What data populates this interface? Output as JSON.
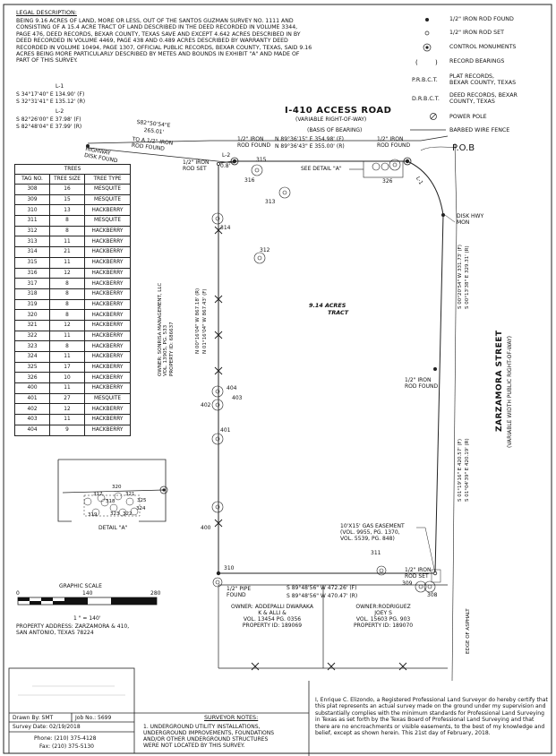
{
  "legal": {
    "heading": "LEGAL DESCRIPTION:",
    "text": "BEING 9.16 ACRES OF LAND, MORE OR LESS, OUT OF THE SANTOS GUZMAN SURVEY NO. 1111 AND\nCONSISTING OF A 15.4 ACRE TRACT OF LAND DESCRIBED IN THE DEED RECORDED IN VOLUME 3344,\nPAGE 476, DEED RECORDS, BEXAR COUNTY, TEXAS SAVE AND EXCEPT 4.642 ACRES DESCRIBED IN BY\nDEED RECORDED IN VOLUME 4469, PAGE 438 AND 0.489 ACRES DESCRIBED BY WARRANTY DEED\nRECORDED IN VOLUME 10494, PAGE 1307, OFFICIAL PUBLIC RECORDS, BEXAR COUNTY, TEXAS, SAID 9.16\nACRES BEING MORE PARTICULARLY DESCRIBED BY METES AND BOUNDS IN EXHIBIT \"A\" AND MADE OF\nPART OF THIS SURVEY."
  },
  "curves": {
    "l1_label": "L-1",
    "l1_f": "S 34°17'40\" E   134.90' (F)",
    "l1_r": "S 32°31'41\" E   135.12' (R)",
    "l2_label": "L-2",
    "l2_f": "S 82°26'00\" E   37.98' (F)",
    "l2_r": "S 82°48'04\" E   37.99' (R)"
  },
  "legend": {
    "items": [
      {
        "symbol": "●",
        "label": "1/2\" IRON ROD FOUND",
        "abbr": ""
      },
      {
        "symbol": "○",
        "label": "1/2\" IRON ROD SET",
        "abbr": ""
      },
      {
        "symbol": "⊛",
        "label": "CONTROL MONUMENTS",
        "abbr": ""
      },
      {
        "symbol": "(   )",
        "label": "RECORD BEARINGS",
        "abbr": ""
      },
      {
        "symbol": "",
        "label": "PLAT RECORDS,\nBEXAR COUNTY, TEXAS",
        "abbr": "P.R.B.C.T."
      },
      {
        "symbol": "",
        "label": "DEED RECORDS, BEXAR\nCOUNTY, TEXAS",
        "abbr": "D.R.B.C.T."
      },
      {
        "symbol": "⊘",
        "label": "POWER POLE",
        "abbr": ""
      },
      {
        "symbol": "—x—",
        "label": "BARBED WIRE FENCE",
        "abbr": ""
      }
    ]
  },
  "road": {
    "name": "I-410 ACCESS ROAD",
    "row": "(VARIABLE RIGHT-OF-WAY)",
    "basis": "(BASIS OF BEARING)"
  },
  "street": {
    "name": "ZARZAMORA STREET",
    "row": "(VARIABLE WIDTH PUBLIC RIGHT-OF-WAY)"
  },
  "tract": {
    "line1": "9.14 ACRES",
    "line2": "TRACT"
  },
  "labels": {
    "pob": "P.O.B",
    "disk_hwy": "DISK HWY\nMON",
    "highway_disk": "HIGHWAY\nDISK FOUND",
    "to_rod": "TO A 1/2\" IRON\nROD FOUND",
    "nw_bearing": "S82°50'54\"E",
    "nw_dist": "265.01'",
    "rod_set_nw": "1/2\" IRON\nROD SET",
    "set_dist": "0.8'",
    "l2": "L-2",
    "l1": "L-1",
    "rod_found_n1": "1/2\" IRON\nROD FOUND",
    "rod_found_n2": "1/2\" IRON\nROD FOUND",
    "north_f": "N 89°36'15\" E      354.98' (F)",
    "north_r": "N 89°36'43\" E      355.00' (R)",
    "see_detail": "SEE DETAIL \"A\"",
    "owner_west": "OWNER: SONRISA MANAGEMENT, LLC\nVOL. 13905, PG. 533\nPROPERTY ID: 686637",
    "west_f": "N 00°16'04\" W      867.18' (R)",
    "west_r": "N 01°16'04\" W      867.43' (F)",
    "east_upper_f": "S 00°20'54\" W      331.73' (F)",
    "east_upper_r": "S 00°13'38\" E      329.31' (R)",
    "east_lower_f": "S 01°19'16\" E      420.57' (F)",
    "east_lower_r": "S 01°04'39\" E      420.19' (R)",
    "rod_found_e": "1/2\" IRON\nROD FOUND",
    "gas": "10'X15' GAS EASEMENT\n(VOL. 9955, PG. 1370,\nVOL. 5539, PG. 848)",
    "rod_set_se": "1/2\" IRON\nROD SET",
    "pipe": "1/2\" PIPE\nFOUND",
    "south_f": "S 89°48'56\" W      472.26' (F)",
    "south_r": "S 89°48'56\" W      470.47' (R)",
    "owner_sw": "OWNER: ADDEPALLI DWARAKA\nK  &  ALLI  &\nVOL. 13454 PG. 0356\nPROPERTY ID: 189069",
    "owner_se": "OWNER:RODRIGUEZ\nJOEY S\nVOL. 15603 PG. 903\nPROPERTY ID: 189070",
    "edge_asphalt": "EDGE OF ASPHALT",
    "detail_a": "DETAIL \"A\""
  },
  "tree_numbers": {
    "t316": "316",
    "t315": "315",
    "t313": "313",
    "t326": "326",
    "t314": "314",
    "t312": "312",
    "t404": "404",
    "t402": "402",
    "t403": "403",
    "t401": "401",
    "t400": "400",
    "t311": "311",
    "t310": "310",
    "t309": "309",
    "t308": "308",
    "d317": "317",
    "d320": "320",
    "d321": "321",
    "d318": "318",
    "d325": "325",
    "d319": "319",
    "d323": "323",
    "d322": "322",
    "d324": "324"
  },
  "trees_table": {
    "title": "TREES",
    "headers": [
      "TAG NO.",
      "TREE SIZE",
      "TREE TYPE"
    ],
    "rows": [
      [
        "308",
        "16",
        "MESQUITE"
      ],
      [
        "309",
        "15",
        "MESQUITE"
      ],
      [
        "310",
        "13",
        "HACKBERRY"
      ],
      [
        "311",
        "8",
        "MESQUITE"
      ],
      [
        "312",
        "8",
        "HACKBERRY"
      ],
      [
        "313",
        "11",
        "HACKBERRY"
      ],
      [
        "314",
        "21",
        "HACKBERRY"
      ],
      [
        "315",
        "11",
        "HACKBERRY"
      ],
      [
        "316",
        "12",
        "HACKBERRY"
      ],
      [
        "317",
        "8",
        "HACKBERRY"
      ],
      [
        "318",
        "8",
        "HACKBERRY"
      ],
      [
        "319",
        "8",
        "HACKBERRY"
      ],
      [
        "320",
        "8",
        "HACKBERRY"
      ],
      [
        "321",
        "12",
        "HACKBERRY"
      ],
      [
        "322",
        "11",
        "HACKBERRY"
      ],
      [
        "323",
        "8",
        "HACKBERRY"
      ],
      [
        "324",
        "11",
        "HACKBERRY"
      ],
      [
        "325",
        "17",
        "HACKBERRY"
      ],
      [
        "326",
        "10",
        "HACKBERRY"
      ],
      [
        "400",
        "11",
        "HACKBERRY"
      ],
      [
        "401",
        "27",
        "MESQUITE"
      ],
      [
        "402",
        "12",
        "HACKBERRY"
      ],
      [
        "403",
        "11",
        "HACKBERRY"
      ],
      [
        "404",
        "9",
        "HACKBERRY"
      ]
    ]
  },
  "scale": {
    "title": "GRAPHIC SCALE",
    "ticks": [
      "0",
      "140",
      "280"
    ],
    "ratio": "1 \" = 140'"
  },
  "address": "PROPERTY ADDRESS: ZARZAMORA & 410,\nSAN ANTONIO, TEXAS 78224",
  "titleblock": {
    "drawn": "Drawn By: SMT",
    "job": "Job No.: 5699",
    "date": "Survey Date: 02/19/2018",
    "phone": "Phone:  (210)  375-4128",
    "fax": "Fax:  (210)  375-5130"
  },
  "notes": {
    "heading": "SURVEYOR NOTES:",
    "item1": "1.   UNDERGROUND UTILITY INSTALLATIONS,\n      UNDERGROUND IMPROVEMENTS, FOUNDATIONS\n      AND/OR OTHER UNDERGROUND STRUCTURES\n      WERE NOT LOCATED BY THIS SURVEY."
  },
  "certification": "I, Enrique C. Elizondo, a Registered Professional Land Surveyor do hereby certify that this plat represents an actual survey made on the ground under my supervision and substantially complies with the minimum standards for Professional Land Surveying in Texas as set forth by the Texas Board of Professional Land Surveying and that there are no encroachments or visible easements, to the best of my knowledge and belief, except as shown herein. This 21st day of February, 2018."
}
